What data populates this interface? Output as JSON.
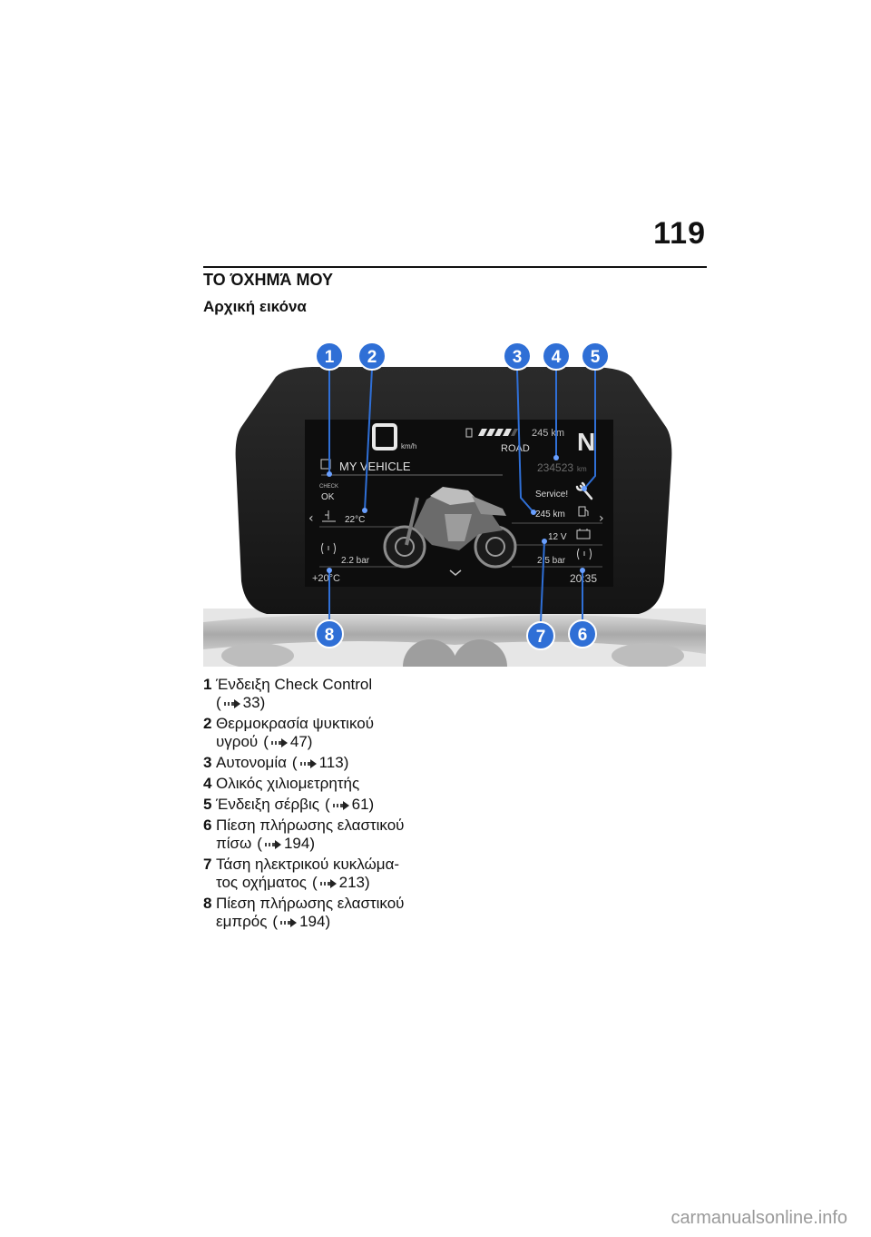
{
  "page": {
    "number": "119",
    "section_title": "ΤΟ ΌΧΗΜΆ ΜΟΥ",
    "subsection_title": "Αρχική εικόνα"
  },
  "display": {
    "speed": "0",
    "speed_unit": "km/h",
    "range_top": "245 km",
    "mode": "ROAD",
    "gear": "N",
    "menu_title": "MY VEHICLE",
    "odometer": "234523",
    "odometer_unit": "km",
    "check_label": "CHECK",
    "check_status": "OK",
    "coolant_temp": "22°C",
    "service_label": "Service!",
    "range": "245 km",
    "voltage": "12 V",
    "rear_pressure": "2.5 bar",
    "front_pressure": "2.2 bar",
    "outside_temp": "+20°C",
    "clock": "20:35"
  },
  "callouts": [
    "1",
    "2",
    "3",
    "4",
    "5",
    "6",
    "7",
    "8"
  ],
  "legend": [
    {
      "num": "1",
      "lines": [
        "Ένδειξη Check Control"
      ],
      "ref": "33)",
      "ref_newline": true
    },
    {
      "num": "2",
      "lines": [
        "Θερμοκρασία ψυκτικού",
        "υγρού"
      ],
      "ref": "47)",
      "ref_newline": false
    },
    {
      "num": "3",
      "lines": [
        "Αυτονομία"
      ],
      "ref": "113)",
      "ref_newline": false
    },
    {
      "num": "4",
      "lines": [
        "Ολικός χιλιομετρητής"
      ],
      "ref": "",
      "ref_newline": false
    },
    {
      "num": "5",
      "lines": [
        "Ένδειξη σέρβις"
      ],
      "ref": "61)",
      "ref_newline": false
    },
    {
      "num": "6",
      "lines": [
        "Πίεση πλήρωσης ελαστικού",
        "πίσω"
      ],
      "ref": "194)",
      "ref_newline": false
    },
    {
      "num": "7",
      "lines": [
        "Τάση ηλεκτρικού κυκλώμα-",
        "τος οχήματος"
      ],
      "ref": "213)",
      "ref_newline": false
    },
    {
      "num": "8",
      "lines": [
        "Πίεση πλήρωσης ελαστικού",
        "εμπρός"
      ],
      "ref": "194)",
      "ref_newline": false
    }
  ],
  "watermark": "carmanualsonline.info",
  "colors": {
    "callout": "#2f6fd6",
    "screen": "#0d0d0d",
    "bezel": "#1e1e1e"
  }
}
